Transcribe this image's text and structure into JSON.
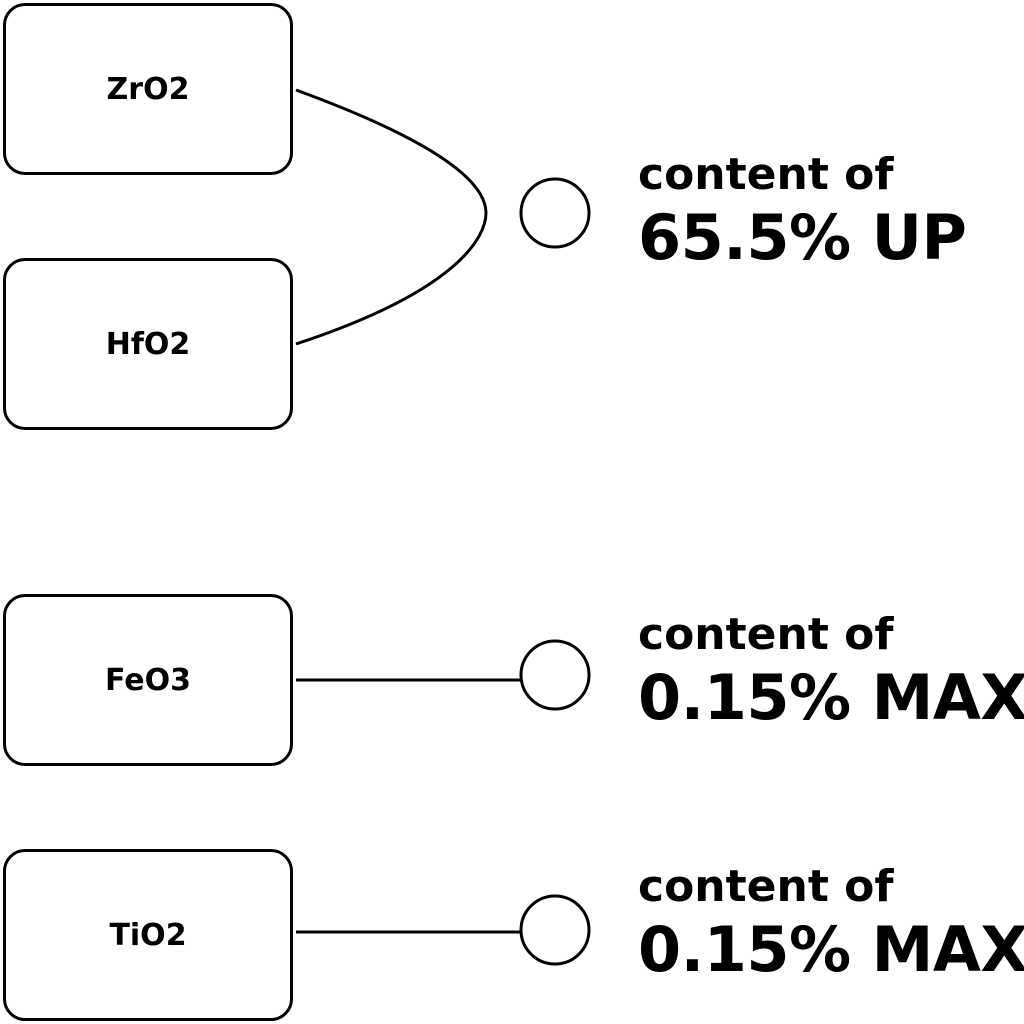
{
  "materials": [
    {
      "name": "ZrO2"
    },
    {
      "name": "HfO2"
    },
    {
      "name": "FeO3"
    },
    {
      "name": "TiO2"
    }
  ],
  "specs": [
    {
      "label": "content of",
      "value": "65.5% UP"
    },
    {
      "label": "content of",
      "value": "0.15% MAX"
    },
    {
      "label": "content of",
      "value": "0.15% MAX"
    }
  ],
  "colors": {
    "stroke": "#000000",
    "background": "#ffffff"
  }
}
